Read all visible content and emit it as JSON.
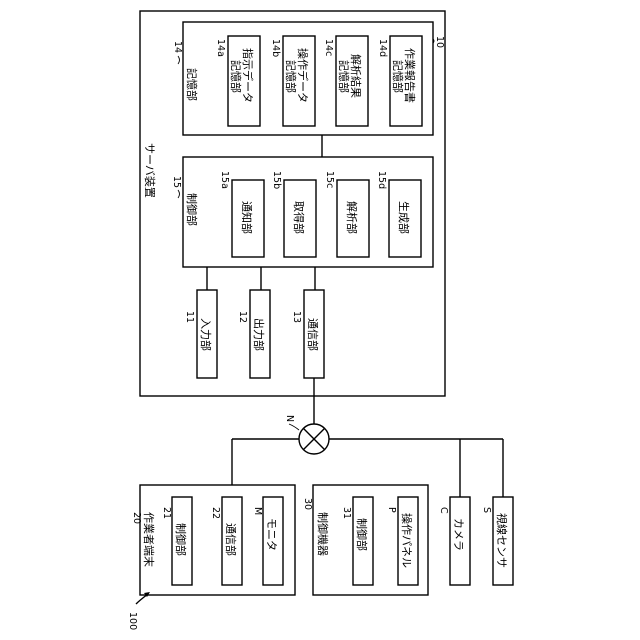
{
  "refs": {
    "system": "100",
    "server": "10",
    "storage": "14",
    "instruction_data": "14a",
    "operation_data": "14b",
    "analysis_result": "14c",
    "work_report": "14d",
    "control": "15",
    "notify": "15a",
    "acquire": "15b",
    "analyze": "15c",
    "generate": "15d",
    "input": "11",
    "output": "12",
    "comm": "13",
    "network": "N",
    "terminal": "20",
    "term_control": "21",
    "term_comm": "22",
    "monitor": "M",
    "machine": "30",
    "machine_control": "31",
    "panel": "P",
    "camera": "C",
    "sensor": "S"
  },
  "labels": {
    "server": "サーバ装置",
    "storage": "記憶部",
    "instruction_data_1": "指示データ",
    "instruction_data_2": "記憶部",
    "operation_data_1": "操作データ",
    "operation_data_2": "記憶部",
    "analysis_result_1": "解析結果",
    "analysis_result_2": "記憶部",
    "work_report_1": "作業報告書",
    "work_report_2": "記憶部",
    "control": "制御部",
    "notify": "通知部",
    "acquire": "取得部",
    "analyze": "解析部",
    "generate": "生成部",
    "input": "入力部",
    "output": "出力部",
    "comm": "通信部",
    "terminal": "作業者端末",
    "term_control": "制御部",
    "term_comm": "通信部",
    "monitor": "モニタ",
    "machine": "制御機器",
    "machine_control": "制御部",
    "panel": "操作パネル",
    "camera": "カメラ",
    "sensor": "視線センサ"
  }
}
